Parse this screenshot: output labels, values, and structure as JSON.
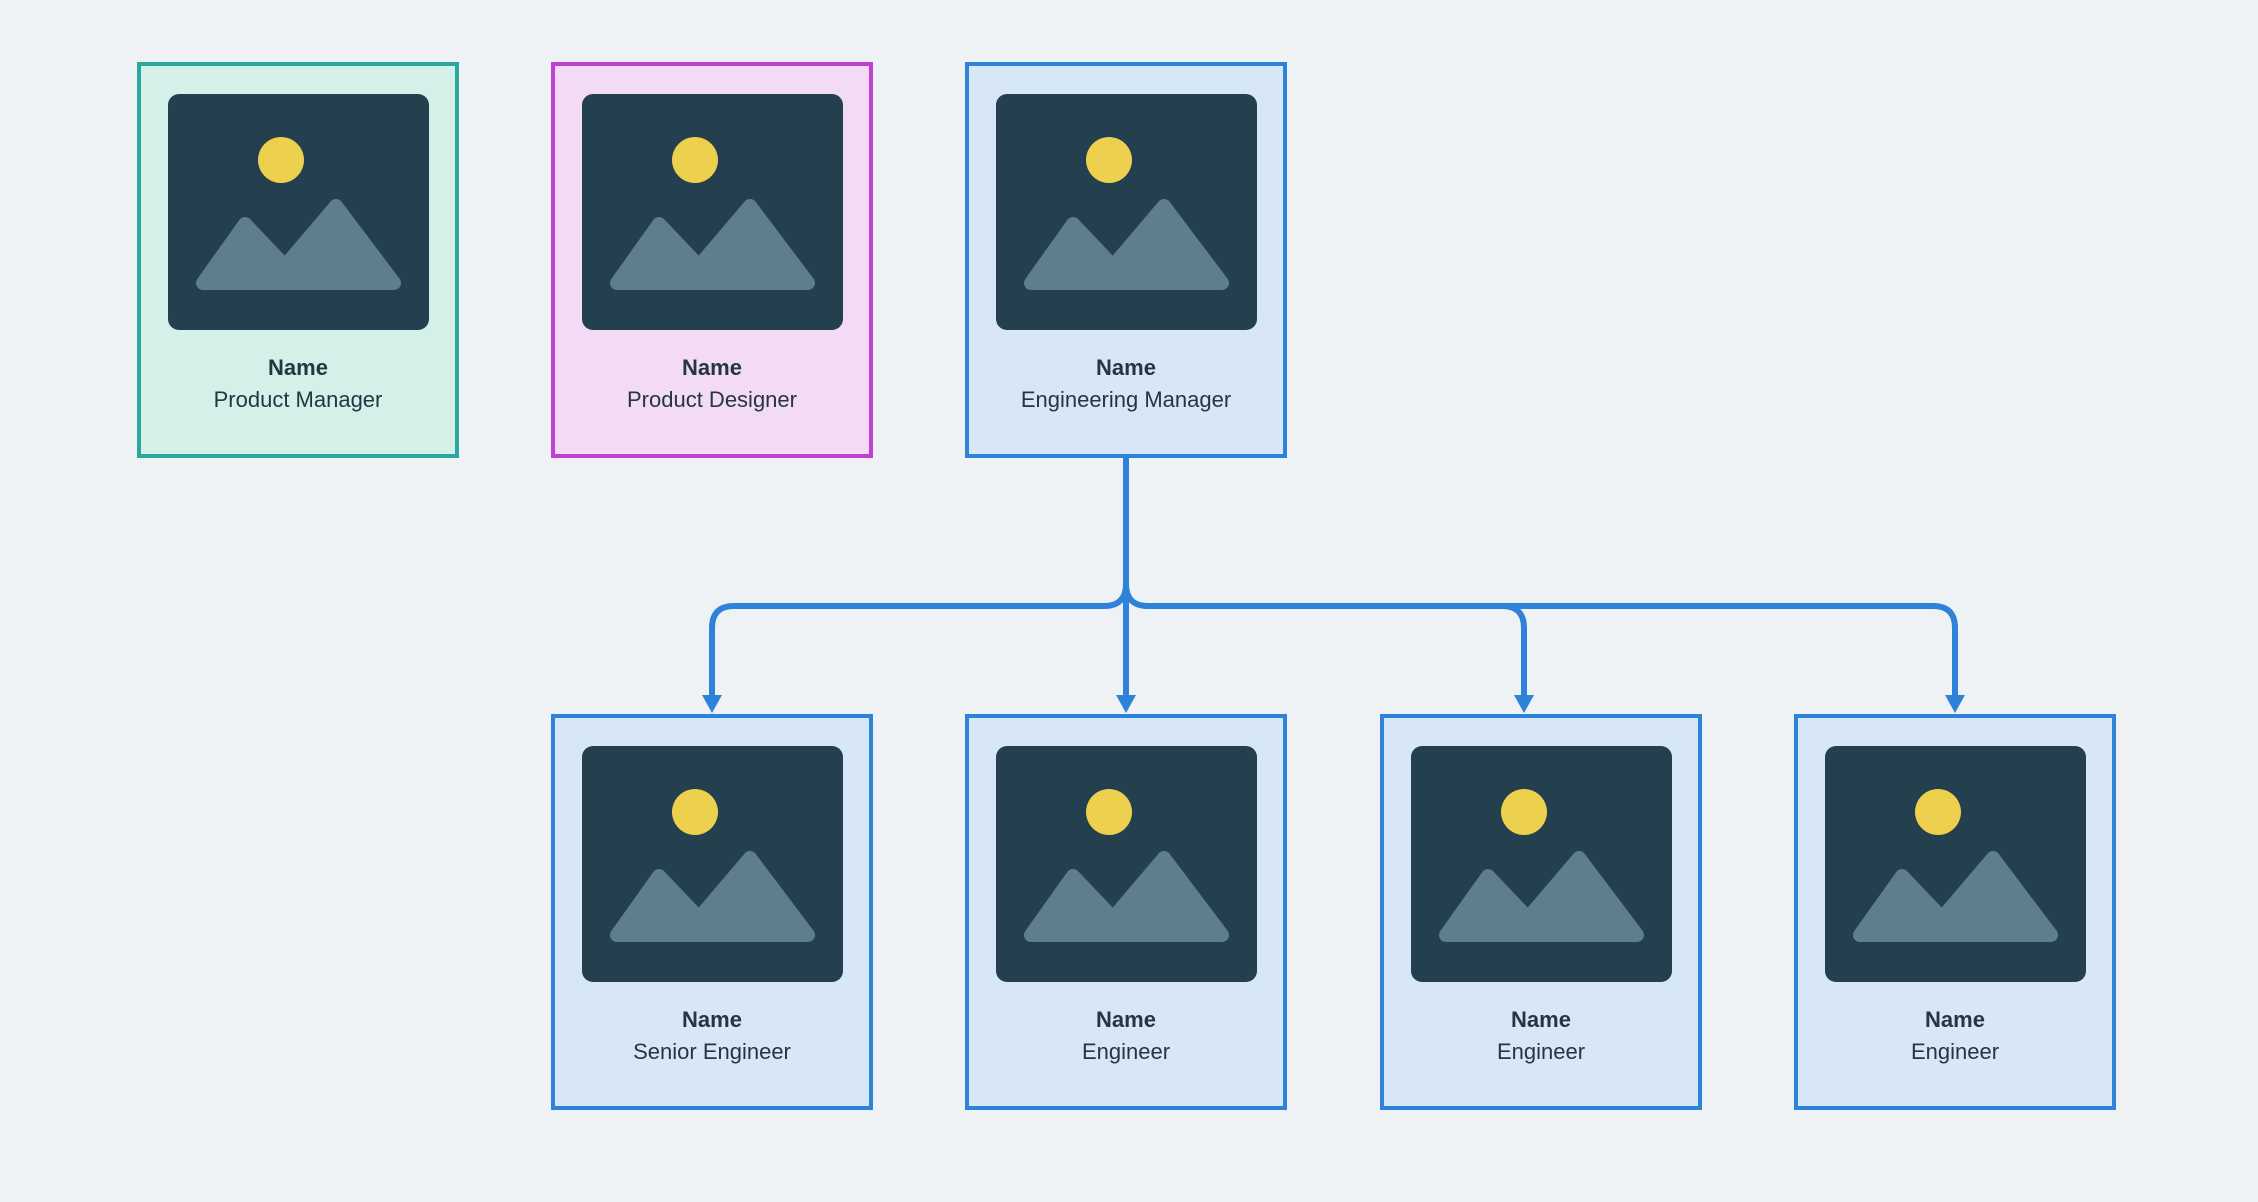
{
  "diagram": {
    "type": "org-chart",
    "cards": [
      {
        "id": "product-manager",
        "name": "Name",
        "role": "Product Manager",
        "theme": "teal"
      },
      {
        "id": "product-designer",
        "name": "Name",
        "role": "Product Designer",
        "theme": "magenta"
      },
      {
        "id": "engineering-manager",
        "name": "Name",
        "role": "Engineering Manager",
        "theme": "blue"
      },
      {
        "id": "senior-engineer",
        "name": "Name",
        "role": "Senior Engineer",
        "theme": "blue"
      },
      {
        "id": "engineer-1",
        "name": "Name",
        "role": "Engineer",
        "theme": "blue"
      },
      {
        "id": "engineer-2",
        "name": "Name",
        "role": "Engineer",
        "theme": "blue"
      },
      {
        "id": "engineer-3",
        "name": "Name",
        "role": "Engineer",
        "theme": "blue"
      }
    ],
    "edges": [
      {
        "from": "engineering-manager",
        "to": "senior-engineer"
      },
      {
        "from": "engineering-manager",
        "to": "engineer-1"
      },
      {
        "from": "engineering-manager",
        "to": "engineer-2"
      },
      {
        "from": "engineering-manager",
        "to": "engineer-3"
      }
    ],
    "icons": {
      "card_photo": "image-placeholder-icon",
      "edge_end": "arrowhead-icon"
    }
  },
  "colors": {
    "page_background": "#eef2f5",
    "connector": "#2e82d8",
    "text": "#243642",
    "themes": {
      "teal": {
        "border": "#2aa89e",
        "background": "#d5efe9"
      },
      "magenta": {
        "border": "#c33fd4",
        "background": "#f3daf5"
      },
      "blue": {
        "border": "#2e82d8",
        "background": "#d7e7f8"
      }
    },
    "placeholder": {
      "frame": "#24404e",
      "sun": "#eed04f",
      "mountain": "#5f7e8c"
    }
  }
}
